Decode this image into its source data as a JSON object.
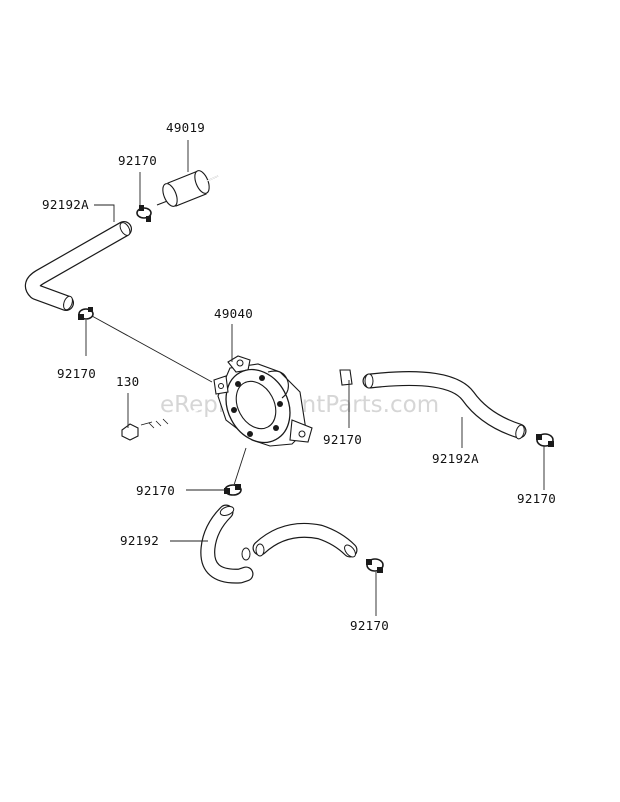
{
  "watermark": "eReplacementParts.com",
  "labels": {
    "fuel_filter": "49019",
    "clamp_filter": "92170",
    "hose_upper": "92192A",
    "clamp_hose_upper_end": "92170",
    "bolt": "130",
    "fuel_pump": "49040",
    "clamp_pump_outlet": "92170",
    "hose_right": "92192A",
    "clamp_hose_right_end": "92170",
    "clamp_pump_bottom": "92170",
    "hose_lower": "92192",
    "clamp_hose_lower_end": "92170"
  }
}
